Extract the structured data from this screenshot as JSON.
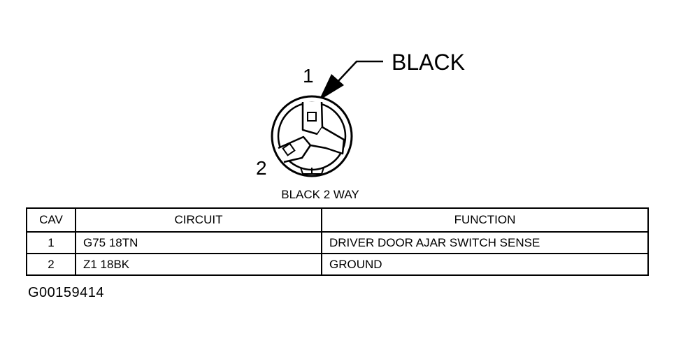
{
  "connector": {
    "color_callout": "BLACK",
    "pin_labels": [
      "1",
      "2"
    ],
    "caption": "BLACK 2 WAY"
  },
  "table": {
    "headers": {
      "cav": "CAV",
      "circuit": "CIRCUIT",
      "function": "FUNCTION"
    },
    "rows": [
      {
        "cav": "1",
        "circuit": "G75 18TN",
        "function": "DRIVER DOOR AJAR SWITCH SENSE"
      },
      {
        "cav": "2",
        "circuit": "Z1 18BK",
        "function": "GROUND"
      }
    ]
  },
  "figure_id": "G00159414"
}
